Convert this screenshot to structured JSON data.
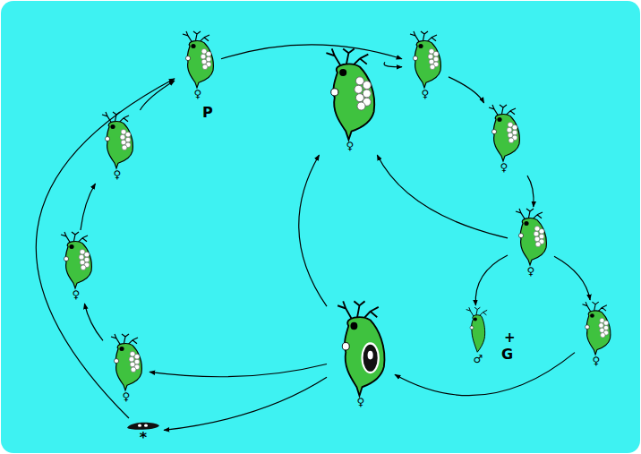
{
  "diagram": {
    "nodes": [
      {
        "text": [
          "♀"
        ]
      },
      {
        "text": [
          "♀"
        ]
      },
      {
        "text": [
          "♀"
        ]
      },
      {
        "text": [
          "♀"
        ]
      },
      {
        "text": [
          "♀"
        ]
      },
      {
        "text": [
          "♀"
        ]
      },
      {
        "text": [
          "♀"
        ]
      },
      {
        "text": [
          "♀"
        ]
      },
      {
        "text": [
          "♂"
        ]
      },
      {
        "text": [
          "♀"
        ]
      },
      {
        "text": [
          "♀"
        ]
      },
      {
        "text": [
          "*"
        ]
      }
    ],
    "edges": [
      {
        "from": 10,
        "to": 6,
        "arrow": "to"
      },
      {
        "from": 6,
        "to": 3,
        "arrow": "to"
      },
      {
        "from": 3,
        "to": 0,
        "arrow": "to"
      },
      {
        "from": 11,
        "to": 0,
        "arrow": "to"
      },
      {
        "from": 0,
        "to": 2,
        "arrow": "to"
      },
      {
        "from": 1,
        "to": 2,
        "arrow": "to"
      },
      {
        "from": 2,
        "to": 4,
        "arrow": "to"
      },
      {
        "from": 4,
        "to": 5,
        "arrow": "to"
      },
      {
        "from": 5,
        "to": 1,
        "arrow": "to"
      },
      {
        "from": 5,
        "to": 8,
        "arrow": "to"
      },
      {
        "from": 5,
        "to": 9,
        "arrow": "to"
      },
      {
        "from": 9,
        "to": 7,
        "arrow": "to"
      },
      {
        "from": 7,
        "to": 1,
        "arrow": "to"
      },
      {
        "from": 7,
        "to": 10,
        "arrow": "to"
      },
      {
        "from": 7,
        "to": 11,
        "arrow": "to"
      }
    ],
    "labels": [
      "P",
      "+",
      "G"
    ]
  }
}
